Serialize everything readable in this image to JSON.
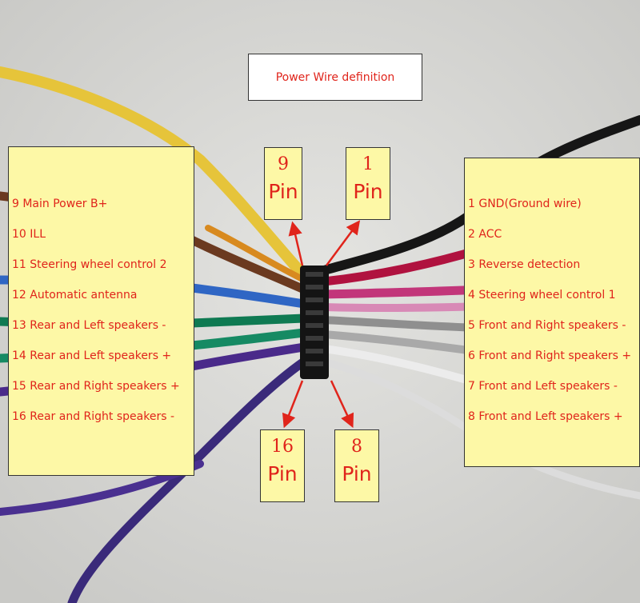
{
  "title": "Power Wire definition",
  "colors": {
    "label_text": "#e0241b",
    "label_bg": "#fdf8a6",
    "arrow": "#e0241b"
  },
  "left_wires": [
    "9 Main Power B+",
    "10 ILL",
    "11 Steering wheel control 2",
    "12 Automatic antenna",
    "13 Rear and Left speakers -",
    "14 Rear and Left speakers +",
    "15 Rear and Right speakers +",
    "16 Rear and Right speakers -"
  ],
  "right_wires": [
    "1 GND(Ground wire)",
    "2 ACC",
    "3 Reverse detection",
    "4 Steering wheel control 1",
    "5 Front and Right speakers -",
    "6 Front and Right speakers +",
    "7 Front and Left speakers -",
    "8 Front and Left speakers +"
  ],
  "pins": {
    "top_left": {
      "number": "9",
      "word": "Pin"
    },
    "top_right": {
      "number": "1",
      "word": "Pin"
    },
    "bottom_left": {
      "number": "16",
      "word": "Pin"
    },
    "bottom_right": {
      "number": "8",
      "word": "Pin"
    }
  }
}
